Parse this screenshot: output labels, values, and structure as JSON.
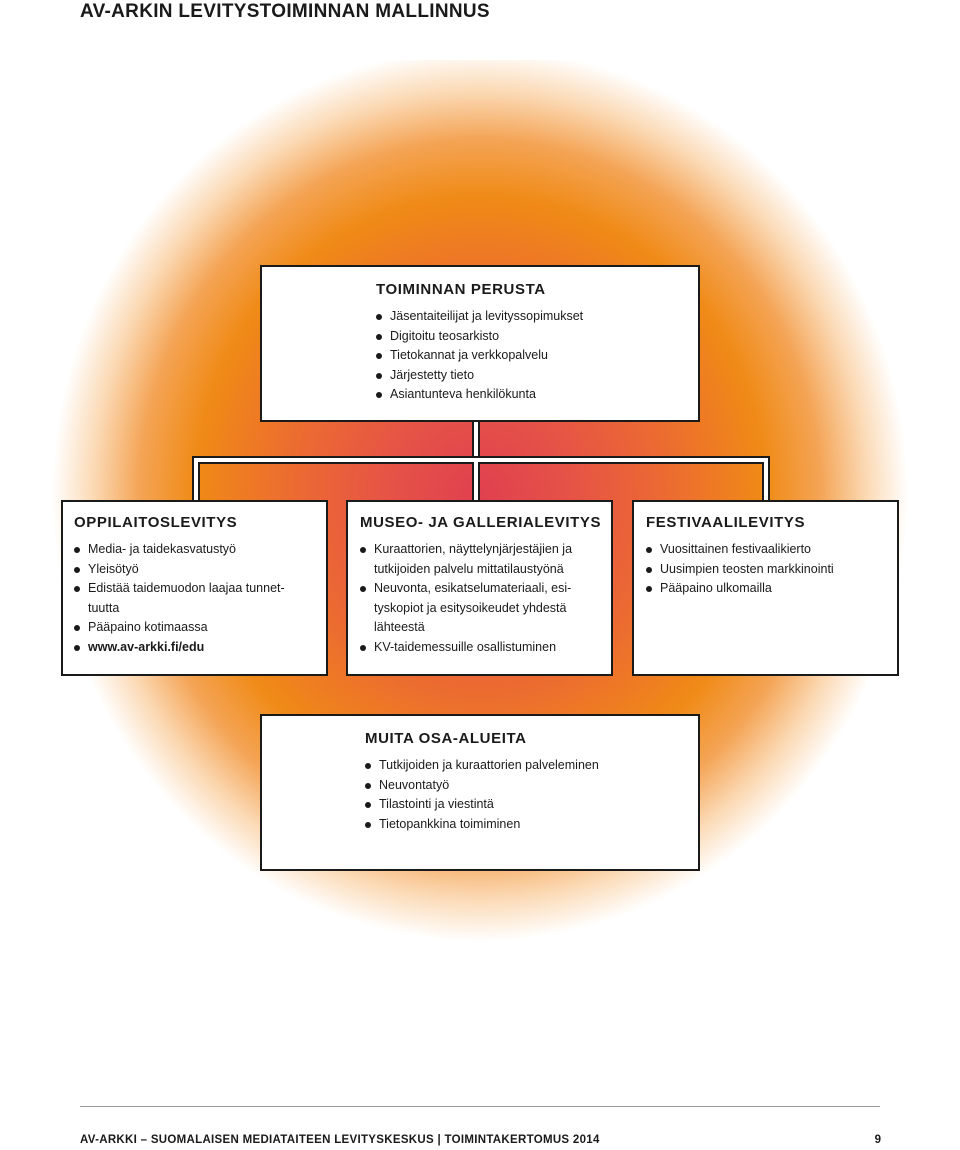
{
  "page_title": "AV-ARKIN LEVITYSTOIMINNAN MALLINNUS",
  "top_box": {
    "title": "TOIMINNAN PERUSTA",
    "items": [
      "Jäsentaiteilijat ja levityssopimukset",
      "Digitoitu teosarkisto",
      "Tietokannat ja verkkopalvelu",
      "Järjestetty tieto",
      "Asiantunteva henkilökunta"
    ]
  },
  "left_box": {
    "title": "OPPILAITOSLEVITYS",
    "items": [
      "Media- ja taidekasvatustyö",
      "Yleisötyö",
      "Edistää taidemuodon laajaa tunnet-tuutta",
      "Pääpaino kotimaassa",
      "www.av-arkki.fi/edu"
    ]
  },
  "middle_box": {
    "title": "MUSEO- JA GALLERIALEVITYS",
    "items": [
      "Kuraattorien, näyttelynjärjestäjien ja tutkijoiden palvelu mittatilaustyönä",
      "Neuvonta, esikatselumateriaali, esi-tyskopiot ja esitysoikeudet yhdestä lähteestä",
      "KV-taidemessuille osallistuminen"
    ]
  },
  "right_box": {
    "title": "FESTIVAALILEVITYS",
    "items": [
      "Vuosittainen festivaalikierto",
      "Uusimpien teosten markkinointi",
      "Pääpaino ulkomailla"
    ]
  },
  "bottom_box": {
    "title": "MUITA OSA-ALUEITA",
    "items": [
      "Tutkijoiden ja kuraattorien palveleminen",
      "Neuvontatyö",
      "Tilastointi ja viestintä",
      "Tietopankkina toimiminen"
    ]
  },
  "footer": {
    "text": "AV-ARKKI – SUOMALAISEN MEDIATAITEEN LEVITYSKESKUS | TOIMINTAKERTOMUS 2014",
    "page_number": "9"
  }
}
